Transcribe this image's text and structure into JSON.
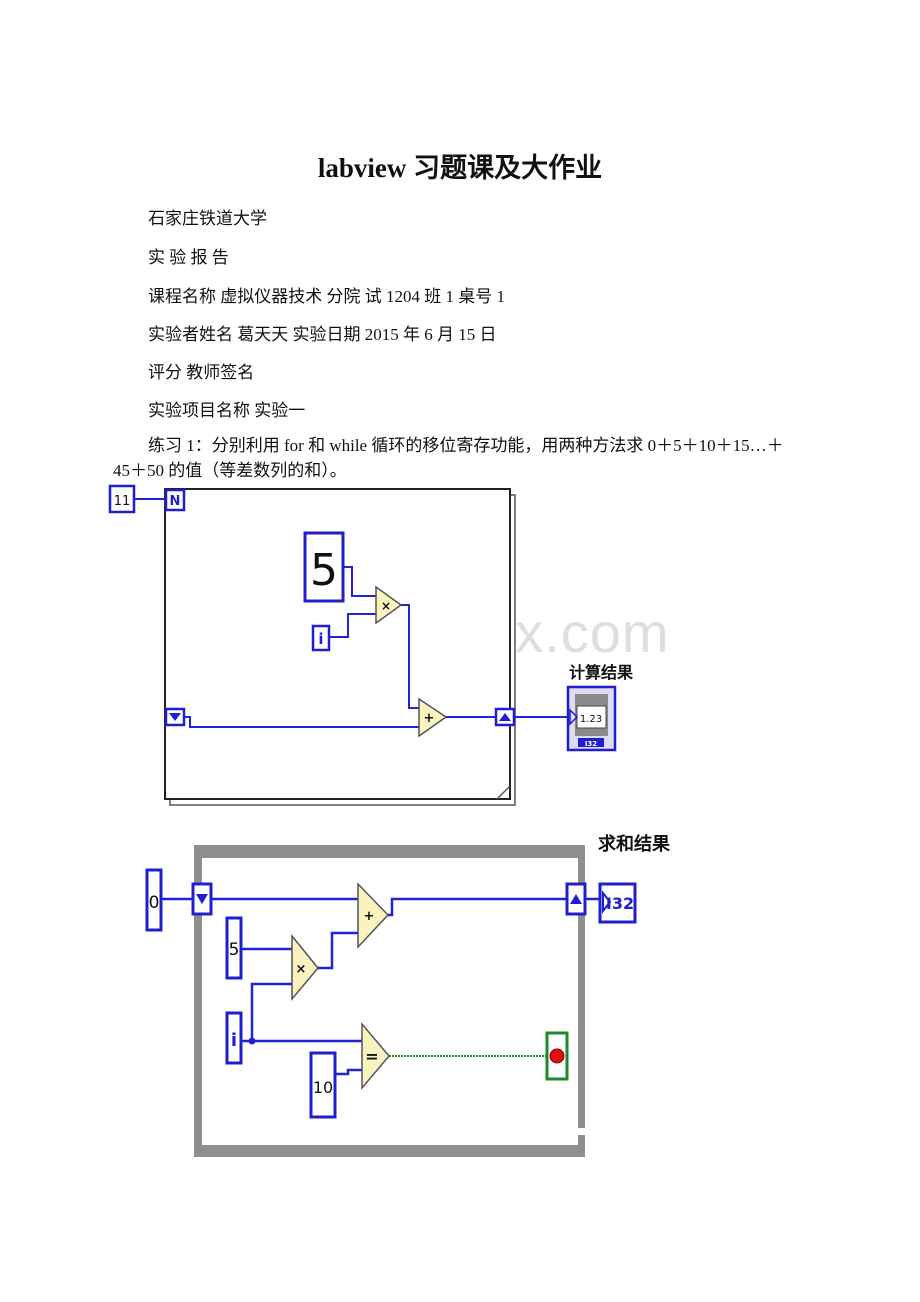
{
  "doc": {
    "title": "labview 习题课及大作业",
    "university": "石家庄铁道大学",
    "report_heading": "实 验 报 告",
    "course_line": "课程名称 虚拟仪器技术 分院  试 1204 班 1 桌号 1",
    "experimenter_line": "实验者姓名 葛天天 实验日期 2015  年 6 月 15 日",
    "score_line": "评分 教师签名",
    "project_line": "实验项目名称 实验一",
    "exercise_text": "练习 1：分别利用 for 和 while 循环的移位寄存功能，用两种方法求 0＋5＋10＋15…＋45＋50 的值（等差数列的和）。",
    "watermark": "www.bdocx.com"
  },
  "for_loop": {
    "count_const": "11",
    "n_terminal": "N",
    "const_five": "5",
    "iter_terminal": "i",
    "multiply_op": "×",
    "add_op": "+",
    "indicator_label": "计算结果",
    "indicator_value": "1.23",
    "indicator_type": "I32"
  },
  "while_loop": {
    "init_const": "0",
    "const_five": "5",
    "multiply_op": "×",
    "add_op": "+",
    "iter_terminal": "i",
    "equal_op": "=",
    "const_ten": "10",
    "indicator_label": "求和结果",
    "indicator_type": "I32"
  },
  "colors": {
    "wire_blue": "#2323d6",
    "terminal_blue": "#1f1fd0",
    "node_fill": "#faf3c0",
    "bool_wire": "#1d8a2a",
    "stop_red": "#e30b0b",
    "loop_gray": "#8f8f8f"
  }
}
